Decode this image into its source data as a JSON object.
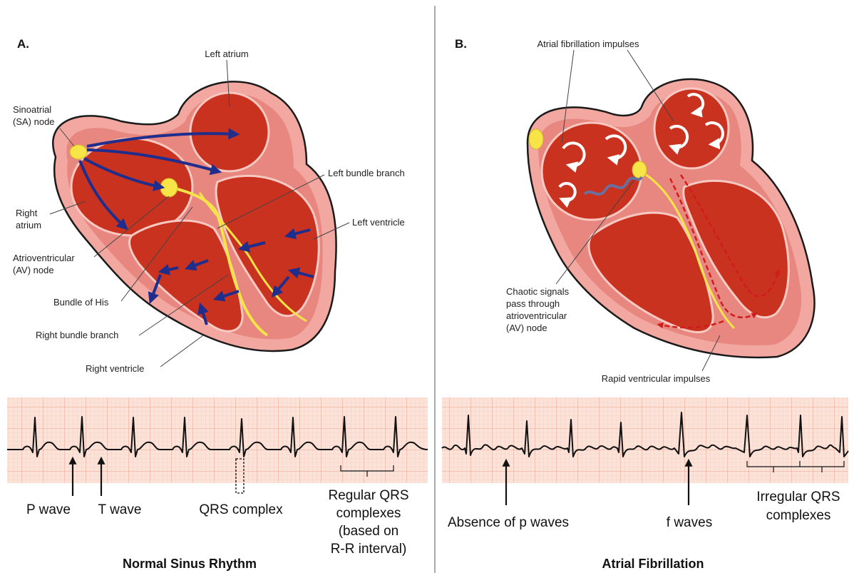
{
  "panel_a": {
    "id": "A.",
    "labels": {
      "left_atrium": "Left atrium",
      "sa_node_1": "Sinoatrial",
      "sa_node_2": "(SA) node",
      "left_bundle_branch": "Left bundle branch",
      "left_ventricle": "Left ventricle",
      "right_atrium_1": "Right",
      "right_atrium_2": "atrium",
      "av_node_1": "Atrioventricular",
      "av_node_2": "(AV) node",
      "bundle_of_his": "Bundle of His",
      "right_bundle_branch": "Right bundle branch",
      "right_ventricle": "Right ventricle"
    },
    "ecg_labels": {
      "p_wave": "P wave",
      "t_wave": "T wave",
      "qrs_complex": "QRS complex",
      "regular_1": "Regular QRS",
      "regular_2": "complexes",
      "regular_3": "(based on",
      "regular_4": "R-R interval)"
    },
    "title": "Normal Sinus Rhythm"
  },
  "panel_b": {
    "id": "B.",
    "labels": {
      "af_impulses": "Atrial fibrillation impulses",
      "chaotic_1": "Chaotic signals",
      "chaotic_2": "pass through",
      "chaotic_3": "atrioventricular",
      "chaotic_4": "(AV) node",
      "rapid": "Rapid ventricular impulses"
    },
    "ecg_labels": {
      "absence_p": "Absence of p waves",
      "f_waves": "f waves",
      "irregular_1": "Irregular QRS",
      "irregular_2": "complexes"
    },
    "title": "Atrial Fibrillation"
  },
  "colors": {
    "heart_outer": "#f2a7a0",
    "heart_wall": "#e88780",
    "chamber": "#c8321f",
    "conduction": "#f5e34a",
    "impulse_arrow": "#1f2e8c",
    "ecg_grid_bg": "#fbe3da",
    "ecg_grid_line": "#f1b09c",
    "ecg_trace": "#111111"
  }
}
